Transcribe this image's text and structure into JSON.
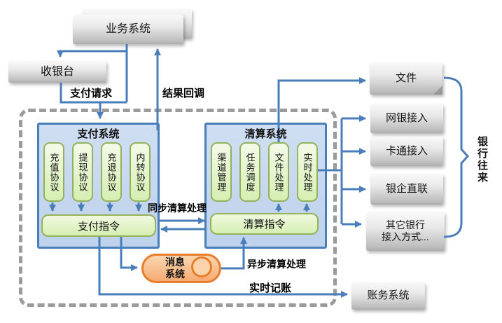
{
  "colors": {
    "line": "#4a7ebb",
    "blue_fill": "#c6d9f1",
    "green_fill": "#d9efb9",
    "green_border": "#94b25a",
    "orange": "#e87e2b",
    "gray_dash": "#9b9b9b"
  },
  "nodes": {
    "business_system": "业务系统",
    "cashier": "收银台",
    "payment_system": {
      "title": "支付系统",
      "protocols": [
        "充值协议",
        "提现协议",
        "充退协议",
        "内转协议"
      ],
      "command": "支付指令"
    },
    "clearing_system": {
      "title": "清算系统",
      "modules": [
        "渠道管理",
        "任务调度",
        "文件处理",
        "实时处理"
      ],
      "command": "清算指令"
    },
    "message_system": "消息\n系统",
    "file": "文件",
    "ebank_access": "网银接入",
    "card_access": "卡通接入",
    "bank_direct_link": "银企直联",
    "other_bank_access": "其它银行\n接入方式...",
    "accounting_system": "账务系统"
  },
  "labels": {
    "pay_request": "支付请求",
    "result_callback": "结果回调",
    "sync_clearing": "同步清算处理",
    "async_clearing": "异步清算处理",
    "realtime_accounting": "实时记账",
    "bank_transactions": "银行往来"
  }
}
